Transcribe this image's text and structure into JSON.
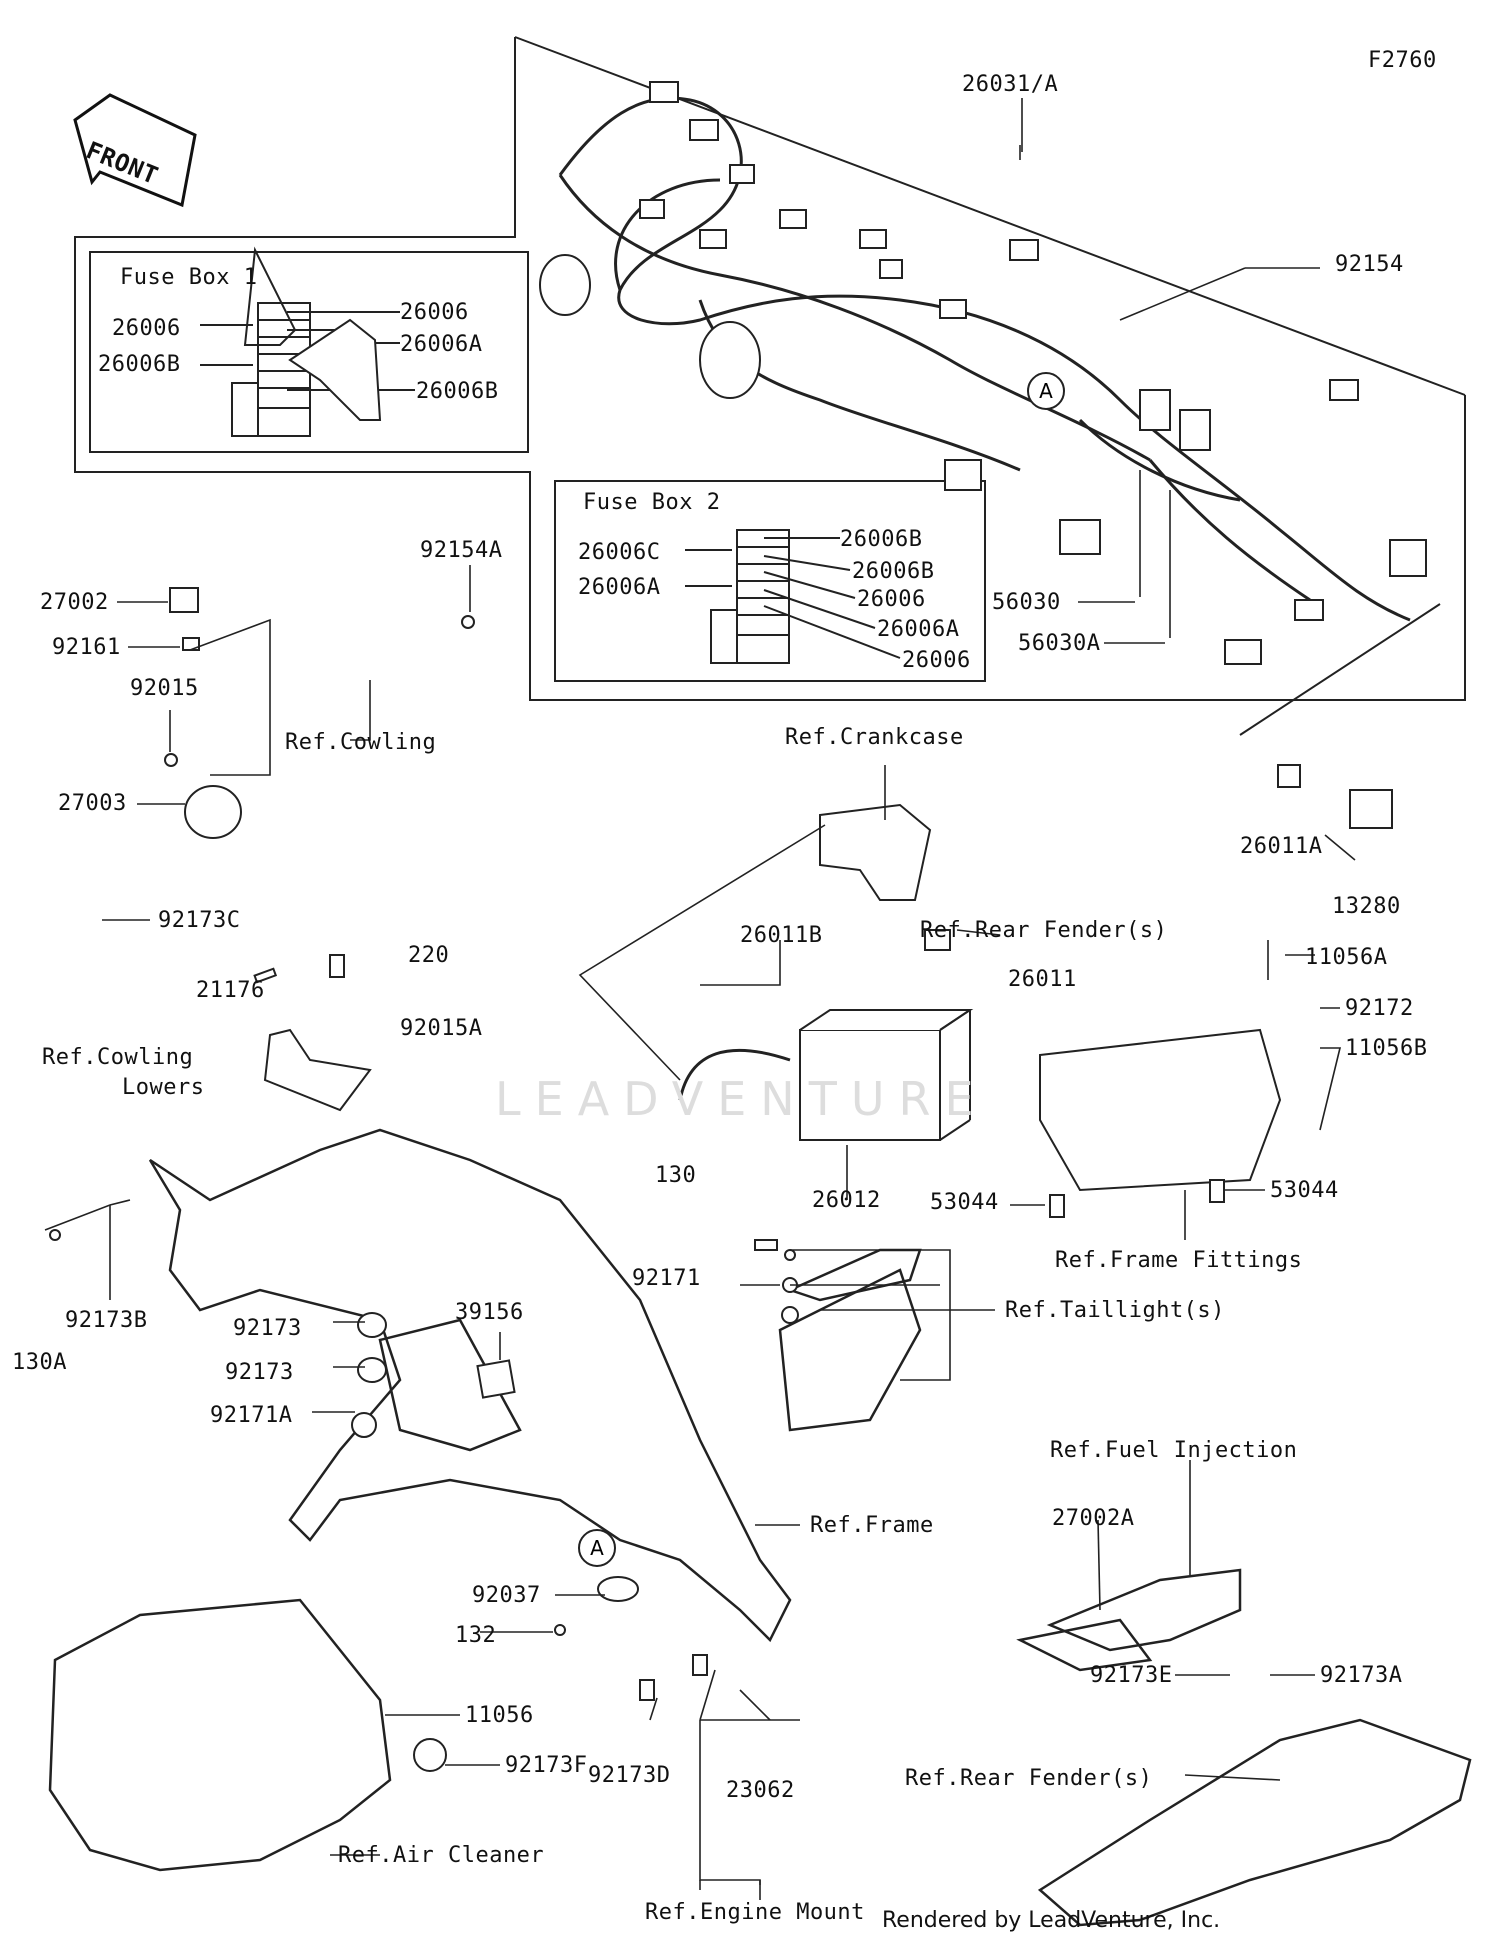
{
  "diagram": {
    "code": "F2760",
    "front_label": "FRONT",
    "watermark": "LEADVENTURE",
    "credit": "Rendered by LeadVenture, Inc.",
    "fuse_box_1": {
      "title": "Fuse Box 1",
      "left": [
        "26006",
        "26006B"
      ],
      "right": [
        "26006",
        "26006A",
        "26006B"
      ]
    },
    "fuse_box_2": {
      "title": "Fuse Box 2",
      "left": [
        "26006C",
        "26006A"
      ],
      "right": [
        "26006B",
        "26006B",
        "26006",
        "26006A",
        "26006"
      ]
    },
    "parts": {
      "p26031A": "26031/A",
      "p92154": "92154",
      "p92154A": "92154A",
      "p27002": "27002",
      "p92161": "92161",
      "p92015": "92015",
      "refCowling": "Ref.Cowling",
      "p27003": "27003",
      "pA1": "A",
      "pA2": "A",
      "p56030": "56030",
      "p56030A": "56030A",
      "p26011A": "26011A",
      "p13280": "13280",
      "refCrankcase": "Ref.Crankcase",
      "p26011B": "26011B",
      "refRearFender1": "Ref.Rear Fender(s)",
      "p11056A": "11056A",
      "p26011": "26011",
      "p92172": "92172",
      "p11056B": "11056B",
      "p130": "130",
      "p26012": "26012",
      "p53044a": "53044",
      "p53044b": "53044",
      "refFrameFittings": "Ref.Frame Fittings",
      "p92173C": "92173C",
      "p220": "220",
      "p21176": "21176",
      "p92015A": "92015A",
      "refCowlingLowers1": "Ref.Cowling",
      "refCowlingLowers2": "Lowers",
      "p92171": "92171",
      "refTaillight": "Ref.Taillight(s)",
      "p130A": "130A",
      "p92173B": "92173B",
      "p39156": "39156",
      "p92173a": "92173",
      "p92173b": "92173",
      "p92171A": "92171A",
      "refFrame": "Ref.Frame",
      "p92037": "92037",
      "p132": "132",
      "p11056": "11056",
      "p92173F": "92173F",
      "refAirCleaner": "Ref.Air Cleaner",
      "p92173D": "92173D",
      "p23062": "23062",
      "refEngineMount": "Ref.Engine Mount",
      "refFuelInjection": "Ref.Fuel Injection",
      "p27002A": "27002A",
      "p92173E": "92173E",
      "p92173A": "92173A",
      "refRearFender2": "Ref.Rear Fender(s)"
    }
  }
}
